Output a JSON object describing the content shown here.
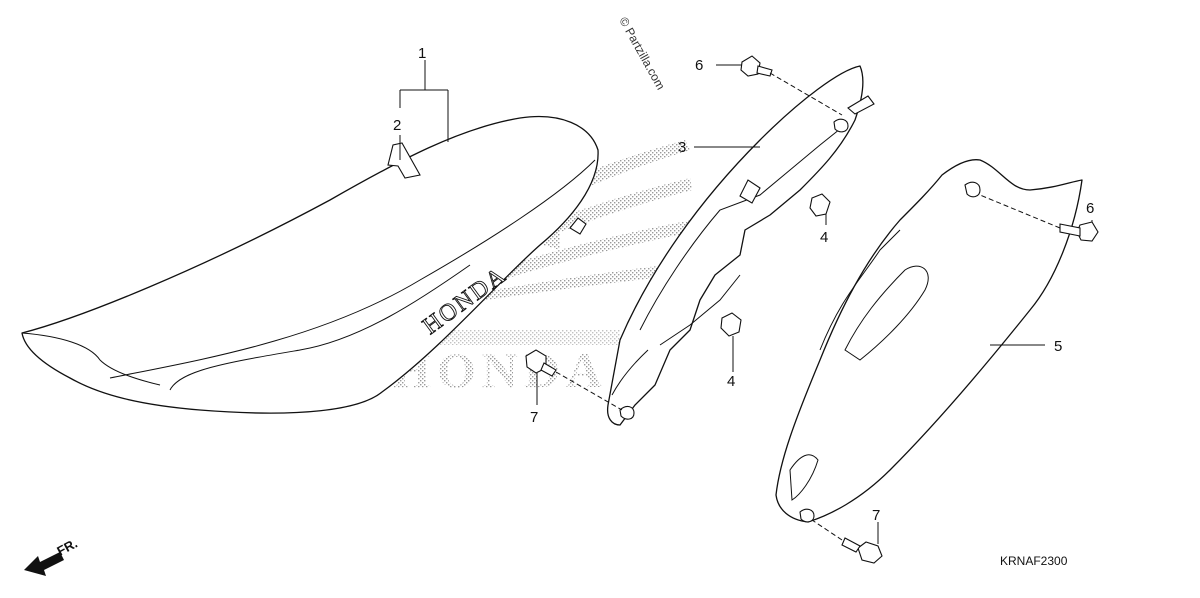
{
  "callouts": [
    {
      "id": "c1",
      "text": "1"
    },
    {
      "id": "c2",
      "text": "2"
    },
    {
      "id": "c3",
      "text": "3"
    },
    {
      "id": "c4a",
      "text": "4"
    },
    {
      "id": "c4b",
      "text": "4"
    },
    {
      "id": "c5",
      "text": "5"
    },
    {
      "id": "c6a",
      "text": "6"
    },
    {
      "id": "c6b",
      "text": "6"
    },
    {
      "id": "c7a",
      "text": "7"
    },
    {
      "id": "c7b",
      "text": "7"
    }
  ],
  "watermark": "© Partzilla.com",
  "logo_text": "HONDA",
  "seat_text": "HONDA",
  "direction_label": "FR.",
  "diagram_code": "KRNAF2300"
}
